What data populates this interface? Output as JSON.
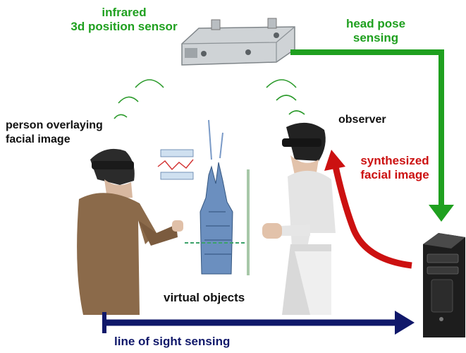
{
  "labels": {
    "sensor": [
      "infrared",
      "3d position sensor"
    ],
    "head_pose": [
      "head pose",
      "sensing"
    ],
    "person": [
      "person overlaying",
      "facial image"
    ],
    "observer": "observer",
    "synthesized": [
      "synthesized",
      "facial image"
    ],
    "virtual_objects": "virtual objects",
    "line_of_sight": "line of sight sensing"
  },
  "colors": {
    "green_arrow": "#1fa01f",
    "red_arrow": "#cc1111",
    "navy_arrow": "#10186a",
    "label_green": "#1fa01f",
    "label_red": "#cc1111"
  },
  "icons": [
    "ir-sensor-device-icon",
    "signal-waves-icon",
    "computer-tower-icon",
    "person-left-icon",
    "person-right-icon",
    "virtual-building-icon"
  ]
}
